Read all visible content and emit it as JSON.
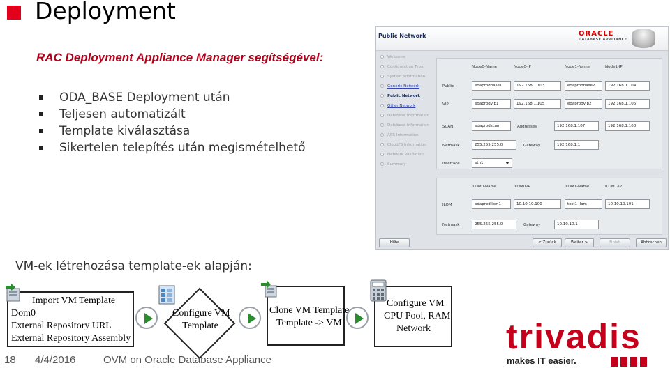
{
  "slide": {
    "title": "Deployment",
    "subtitle": "RAC Deployment Appliance Manager segítségével:",
    "bullets": [
      "ODA_BASE Deployment után",
      "Teljesen automatizált",
      "Template kiválasztása",
      "Sikertelen telepítés után megismételhető"
    ],
    "accent_color": "#e3001b"
  },
  "wizard": {
    "title": "Public Network",
    "brand": {
      "name": "ORACLE",
      "sub": "DATABASE APPLIANCE"
    },
    "steps": [
      {
        "label": "Welcome",
        "state": "done"
      },
      {
        "label": "Configuration Type",
        "state": "done"
      },
      {
        "label": "System Information",
        "state": "done"
      },
      {
        "label": "Generic Network",
        "state": "link"
      },
      {
        "label": "Public Network",
        "state": "current"
      },
      {
        "label": "Other Network",
        "state": "link"
      },
      {
        "label": "Database Information",
        "state": "todo"
      },
      {
        "label": "Database Information",
        "state": "todo"
      },
      {
        "label": "ASR Information",
        "state": "todo"
      },
      {
        "label": "CloudFS Information",
        "state": "todo"
      },
      {
        "label": "Network Validation",
        "state": "todo"
      },
      {
        "label": "Summary",
        "state": "todo"
      }
    ],
    "public": {
      "headers": [
        "Node0-Name",
        "Node0-IP",
        "Node1-Name",
        "Node1-IP"
      ],
      "public_label": "Public",
      "public_values": [
        "edaprodbase1",
        "192.168.1.103",
        "edaprodbase2",
        "192.168.1.104"
      ],
      "vip_label": "VIP",
      "vip_values": [
        "edaprodvip1",
        "192.168.1.105",
        "edaprodvip2",
        "192.168.1.106"
      ],
      "scan_label": "SCAN",
      "scan_name": "edaprodscan",
      "addresses_label": "Addresses",
      "scan_ips": [
        "192.168.1.107",
        "192.168.1.108"
      ],
      "netmask_label": "Netmask",
      "netmask": "255.255.255.0",
      "gateway_label": "Gateway",
      "gateway": "192.168.1.1",
      "interface_label": "Interface",
      "interface": "eth1"
    },
    "ilom": {
      "headers": [
        "ILOM0-Name",
        "ILOM0-IP",
        "ILOM1-Name",
        "ILOM1-IP"
      ],
      "ilom_label": "ILOM",
      "ilom_values": [
        "edaprodilom1",
        "10.10.10.100",
        "test1-ilom",
        "10.10.10.101"
      ],
      "netmask_label": "Netmask",
      "netmask": "255.255.255.0",
      "gateway_label": "Gateway",
      "gateway": "10.10.10.1"
    },
    "buttons": {
      "help": "Hilfe",
      "back": "< Zurück",
      "next": "Weiter >",
      "finish": "Finish",
      "cancel": "Abbrechen"
    }
  },
  "vm": {
    "heading": "VM-ek létrehozása template-ek alapján:",
    "box1": {
      "title": "Import VM Template",
      "lines": [
        "Dom0",
        "External Repository URL",
        "External Repository Assembly"
      ]
    },
    "box2": {
      "lines": [
        "Configure VM",
        "Template"
      ]
    },
    "box3": {
      "lines": [
        "Clone VM Template",
        "Template -> VM"
      ]
    },
    "box4": {
      "lines": [
        "Configure VM",
        "CPU Pool, RAM",
        "Network"
      ]
    },
    "arrow_color": "#2a8c2f"
  },
  "footer": {
    "page": "18",
    "date": "4/4/2016",
    "topic": "OVM on Oracle Database Appliance"
  },
  "logo": {
    "word": "trivadis",
    "tagline": "makes IT easier.",
    "color": "#c4001a"
  }
}
